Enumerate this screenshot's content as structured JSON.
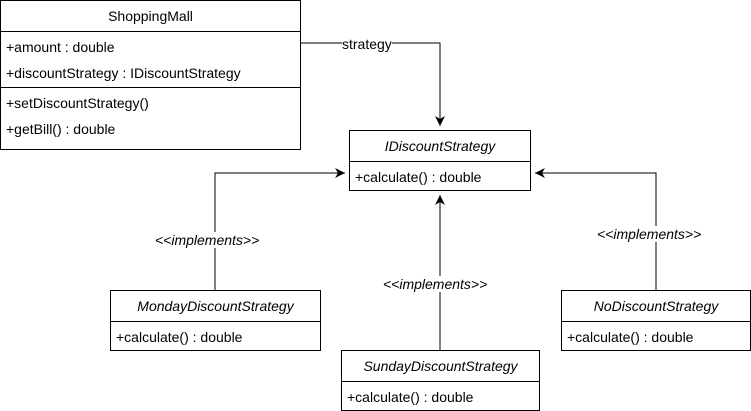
{
  "classes": {
    "shopping_mall": {
      "name": "ShoppingMall",
      "attributes": [
        "+amount : double",
        "+discountStrategy : IDiscountStrategy"
      ],
      "methods": [
        "+setDiscountStrategy()",
        "+getBill() : double"
      ]
    },
    "idiscount_strategy": {
      "name": "IDiscountStrategy",
      "methods": [
        "+calculate() : double"
      ]
    },
    "monday_discount_strategy": {
      "name": "MondayDiscountStrategy",
      "methods": [
        "+calculate() : double"
      ]
    },
    "sunday_discount_strategy": {
      "name": "SundayDiscountStrategy",
      "methods": [
        "+calculate() : double"
      ]
    },
    "no_discount_strategy": {
      "name": "NoDiscountStrategy",
      "methods": [
        "+calculate() : double"
      ]
    }
  },
  "relations": {
    "strategy_label": "strategy",
    "implements_label": "<<implements>>"
  }
}
